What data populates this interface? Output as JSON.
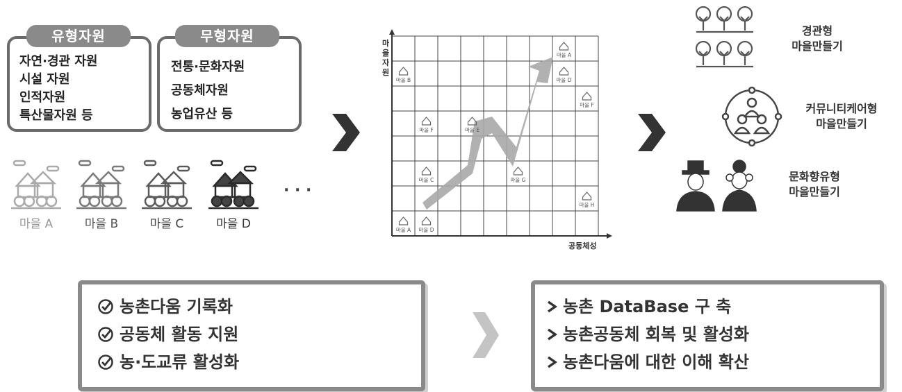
{
  "tangible": {
    "title": "유형자원",
    "items": [
      "자연·경관 자원",
      "시설 자원",
      "인적자원",
      "특산물자원 등"
    ]
  },
  "intangible": {
    "title": "무형자원",
    "items": [
      "전통·문화자원",
      "공동체자원",
      "농업유산 등"
    ]
  },
  "villages": {
    "items": [
      "마을 A",
      "마을 B",
      "마을 C",
      "마을 D"
    ],
    "more": "· · ·"
  },
  "matrix": {
    "y_label": "마을자원",
    "x_label": "공동체성",
    "points": [
      {
        "label": "마을 A",
        "col": 7,
        "row": 0
      },
      {
        "label": "마을 D",
        "col": 7,
        "row": 1
      },
      {
        "label": "마을 B",
        "col": 0,
        "row": 1
      },
      {
        "label": "마을 F",
        "col": 8,
        "row": 2
      },
      {
        "label": "마을 F",
        "col": 1,
        "row": 3
      },
      {
        "label": "마을 E",
        "col": 3,
        "row": 3
      },
      {
        "label": "마을 C",
        "col": 1,
        "row": 5
      },
      {
        "label": "마을 G",
        "col": 5,
        "row": 5
      },
      {
        "label": "마을 H",
        "col": 8,
        "row": 6
      },
      {
        "label": "마을 A",
        "col": 0,
        "row": 7
      },
      {
        "label": "마을 D",
        "col": 1,
        "row": 7
      }
    ]
  },
  "outcomes": [
    {
      "line1": "경관형",
      "line2": "마을만들기"
    },
    {
      "line1": "커뮤니티케어형",
      "line2": "마을만들기"
    },
    {
      "line1": "문화향유형",
      "line2": "마을만들기"
    }
  ],
  "actions": [
    "농촌다움 기록화",
    "공동체 활동 지원",
    "농·도교류 활성화"
  ],
  "effects": [
    "농촌 DataBase 구 축",
    "농촌공동체 회복 및 활성화",
    "농촌다움에 대한 이해 확산"
  ],
  "colors": {
    "dark": "#333333",
    "mid": "#8a8a8a",
    "light": "#bdbdbd",
    "box": "#6a6a6a"
  }
}
